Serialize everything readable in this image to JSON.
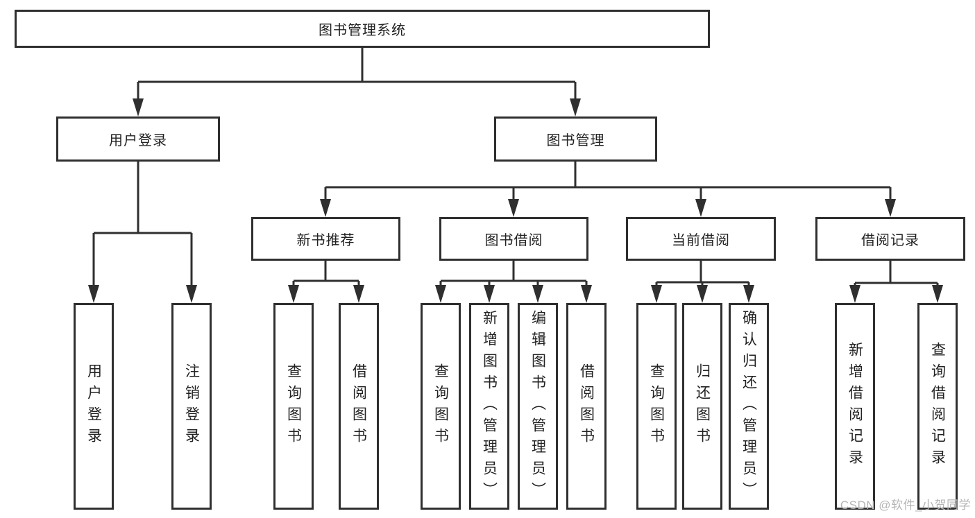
{
  "diagram": {
    "title": "图书管理系统",
    "tree": {
      "label": "图书管理系统",
      "children": [
        {
          "label": "用户登录",
          "children": [
            {
              "label": "用户登录"
            },
            {
              "label": "注销登录"
            }
          ]
        },
        {
          "label": "图书管理",
          "children": [
            {
              "label": "新书推荐",
              "children": [
                {
                  "label": "查询图书"
                },
                {
                  "label": "借阅图书"
                }
              ]
            },
            {
              "label": "图书借阅",
              "children": [
                {
                  "label": "查询图书"
                },
                {
                  "label": "新增图书（管理员）"
                },
                {
                  "label": "编辑图书（管理员）"
                },
                {
                  "label": "借阅图书"
                }
              ]
            },
            {
              "label": "当前借阅",
              "children": [
                {
                  "label": "查询图书"
                },
                {
                  "label": "归还图书"
                },
                {
                  "label": "确认归还（管理员）"
                }
              ]
            },
            {
              "label": "借阅记录",
              "children": [
                {
                  "label": "新增借阅记录"
                },
                {
                  "label": "查询借阅记录"
                }
              ]
            }
          ]
        }
      ]
    },
    "colors": {
      "line": "#2f2f2f",
      "node_border": "#2f2f2f",
      "node_fill": "#ffffff",
      "text": "#222222",
      "background": "#ffffff",
      "watermark": "#b5b5b5"
    }
  },
  "watermark": {
    "text": "CSDN @软件_小贺同学"
  }
}
